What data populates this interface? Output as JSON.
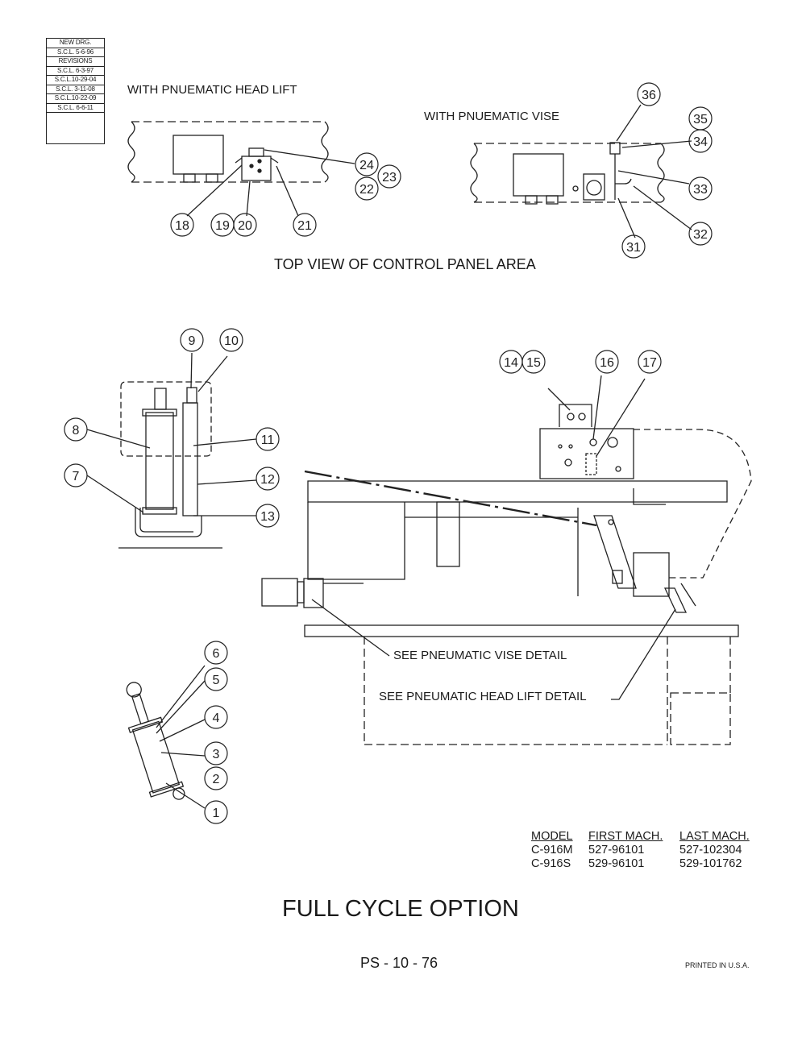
{
  "revisions": {
    "new_drg_label": "NEW DRG.",
    "new_drg_value": "S.C.L. 5-6-96",
    "header": "REVISIONS",
    "entries": [
      "S.C.L. 6-3-97",
      "S.C.L.10-29-04",
      "S.C.L. 3-11-08",
      "S.C.L.10-22-09",
      "S.C.L. 6-6-11"
    ]
  },
  "labels": {
    "head_lift": "WITH PNUEMATIC HEAD LIFT",
    "vise": "WITH PNUEMATIC VISE",
    "top_view": "TOP VIEW OF CONTROL PANEL AREA",
    "vise_detail": "SEE PNEUMATIC VISE DETAIL",
    "head_lift_detail": "SEE PNEUMATIC HEAD LIFT DETAIL"
  },
  "callouts": [
    "1",
    "2",
    "3",
    "4",
    "5",
    "6",
    "7",
    "8",
    "9",
    "10",
    "11",
    "12",
    "13",
    "14",
    "15",
    "16",
    "17",
    "18",
    "19",
    "20",
    "21",
    "22",
    "23",
    "24",
    "31",
    "32",
    "33",
    "34",
    "35",
    "36"
  ],
  "model_table": {
    "headers": [
      "MODEL",
      "FIRST MACH.",
      "LAST MACH."
    ],
    "rows": [
      [
        "C-916M",
        "527-96101",
        "527-102304"
      ],
      [
        "C-916S",
        "529-96101",
        "529-101762"
      ]
    ]
  },
  "title": "FULL CYCLE OPTION",
  "page_number": "PS - 10 - 76",
  "printed": "PRINTED IN U.S.A."
}
